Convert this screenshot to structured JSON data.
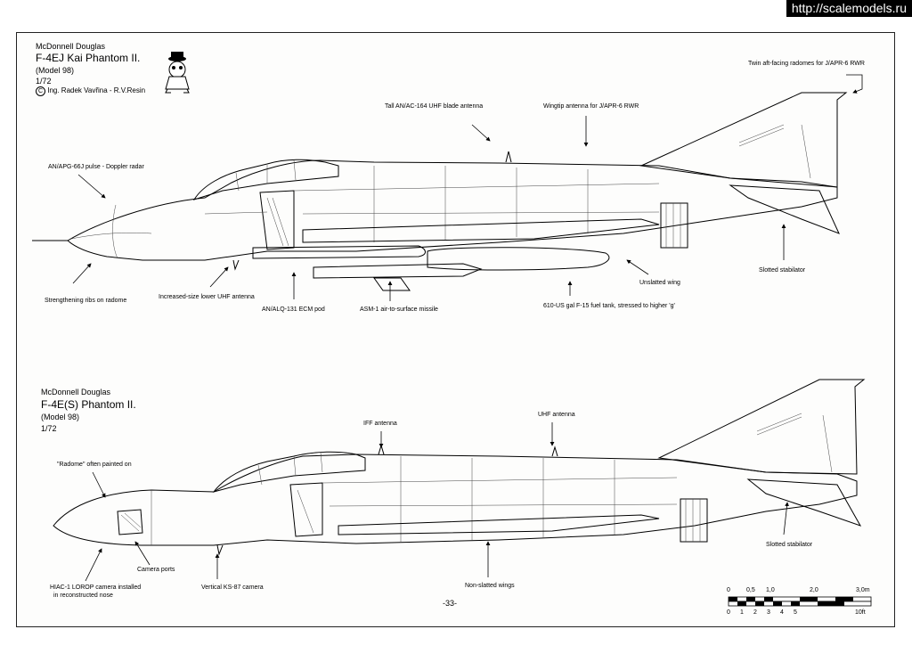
{
  "watermark": "http://scalemodels.ru",
  "top_profile": {
    "maker": "McDonnell Douglas",
    "name": "F-4EJ Kai Phantom II.",
    "model": "(Model 98)",
    "scale": "1/72",
    "credit": "Ing. Radek Vavřina - R.V.Resin",
    "credit_symbol": "C",
    "callouts": {
      "rwr_radomes": "Twin aft-facing radomes for J/APR-6 RWR",
      "uhf_blade": "Tall AN/AC-164 UHF blade antenna",
      "wingtip_antenna": "Wingtip antenna for J/APR-6 RWR",
      "radar": "AN/APG-66J pulse - Doppler radar",
      "radome_ribs": "Strengthening ribs on radome",
      "lower_uhf": "Increased-size lower UHF antenna",
      "ecm_pod": "AN/ALQ-131 ECM pod",
      "missile": "ASM-1 air-to-surface missile",
      "fuel_tank": "610-US gal F-15 fuel tank, stressed to higher 'g'",
      "wing": "Unslatted wing",
      "stabilator": "Slotted stabilator"
    }
  },
  "bottom_profile": {
    "maker": "McDonnell Douglas",
    "name": "F-4E(S)  Phantom II.",
    "model": "(Model 98)",
    "scale": "1/72",
    "callouts": {
      "iff": "IFF antenna",
      "uhf": "UHF antenna",
      "radome": "\"Radome\" often painted on",
      "stabilator": "Slotted stabilator",
      "camera_ports": "Camera ports",
      "lorop_line1": "HIAC-1 LOROP camera installed",
      "lorop_line2": "in reconstructed nose",
      "ks87": "Vertical KS-87 camera",
      "wings": "Non-slatted wings"
    }
  },
  "page_number": "-33-",
  "scale_bar": {
    "metric_labels": [
      "0",
      "0,5",
      "1,0",
      "2,0",
      "3,0m"
    ],
    "feet_labels": [
      "0",
      "1",
      "2",
      "3",
      "4",
      "5",
      "10ft"
    ]
  }
}
